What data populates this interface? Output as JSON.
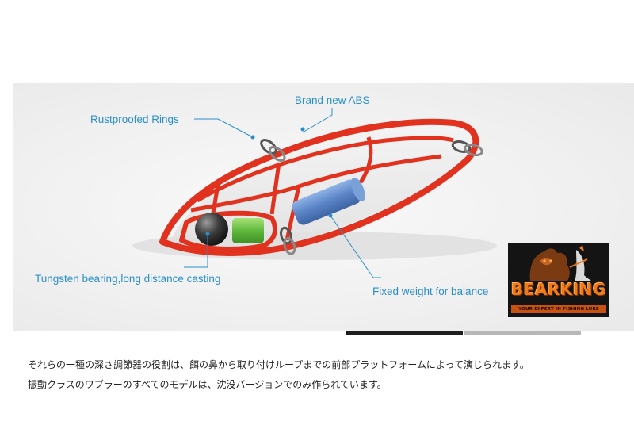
{
  "labels": {
    "abs": "Brand new ABS",
    "rings": "Rustproofed Rings",
    "tungsten": "Tungsten bearing,long distance casting",
    "weight": "Fixed weight  for balance"
  },
  "logo": {
    "brand": "BEARKING",
    "tagline": "YOUR EXPERT IN FISHING LURE"
  },
  "caption": {
    "line1": "それらの一種の深さ調節器の役割は、餌の鼻から取り付けループまでの前部プラットフォームによって演じられます。",
    "line2": "振動クラスのワブラーのすべてのモデルは、沈没バージョンでのみ作られています。"
  },
  "colors": {
    "label": "#2a8fc9",
    "frame": "#e0321e",
    "tungsten": "#3a3a3a",
    "green_weight": "#6cc24a",
    "blue_weight": "#5b86c8"
  },
  "icons": [
    "split-ring-icon",
    "bear-logo-icon"
  ]
}
